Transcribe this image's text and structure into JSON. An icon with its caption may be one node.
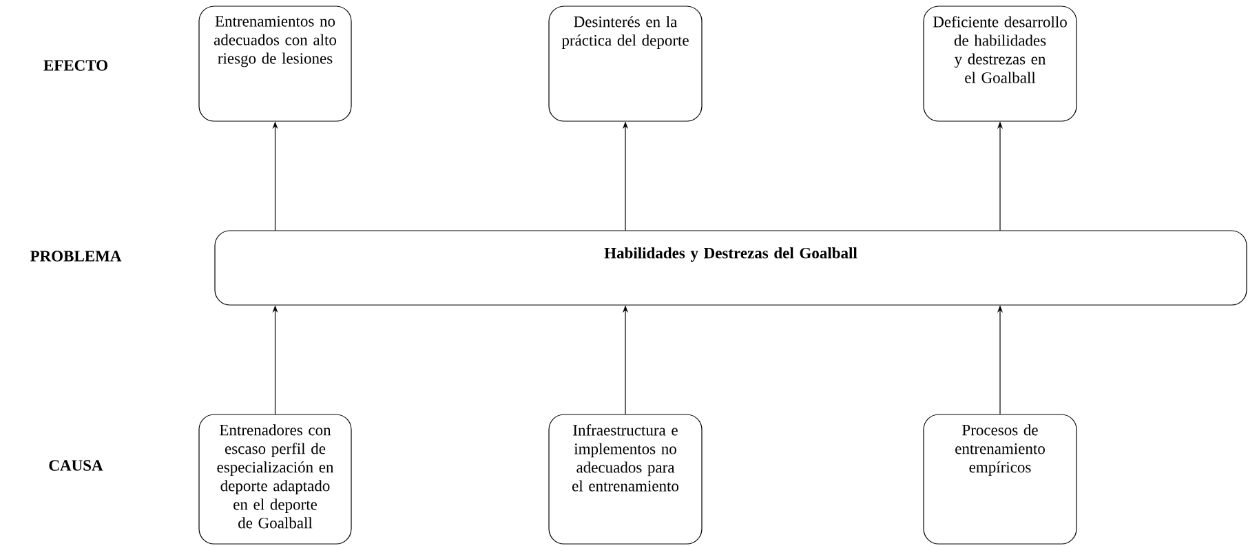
{
  "diagram": {
    "nodes": [
      {
        "text": [
          "Entrenamientos no adecuados con alto riesgo de lesiones"
        ]
      },
      {
        "text": [
          "Desinterés en la práctica del deporte"
        ]
      },
      {
        "text": [
          "Deficiente desarrollo de habilidades y destrezas en el Goalball"
        ]
      },
      {
        "text": [
          "Habilidades y Destrezas del Goalball"
        ]
      },
      {
        "text": [
          "Entrenadores con escaso perfil de especialización en deporte adaptado en el deporte de Goalball"
        ]
      },
      {
        "text": [
          "Infraestructura e implementos no adecuados para el entrenamiento"
        ]
      },
      {
        "text": [
          "Procesos de entrenamiento empíricos"
        ]
      }
    ],
    "edges": [
      {
        "from": 3,
        "to": 0,
        "arrow": "to"
      },
      {
        "from": 3,
        "to": 1,
        "arrow": "to"
      },
      {
        "from": 3,
        "to": 2,
        "arrow": "to"
      },
      {
        "from": 4,
        "to": 3,
        "arrow": "to"
      },
      {
        "from": 5,
        "to": 3,
        "arrow": "to"
      },
      {
        "from": 6,
        "to": 3,
        "arrow": "to"
      }
    ],
    "labels": [
      "EFECTO",
      "PROBLEMA",
      "CAUSA"
    ]
  }
}
